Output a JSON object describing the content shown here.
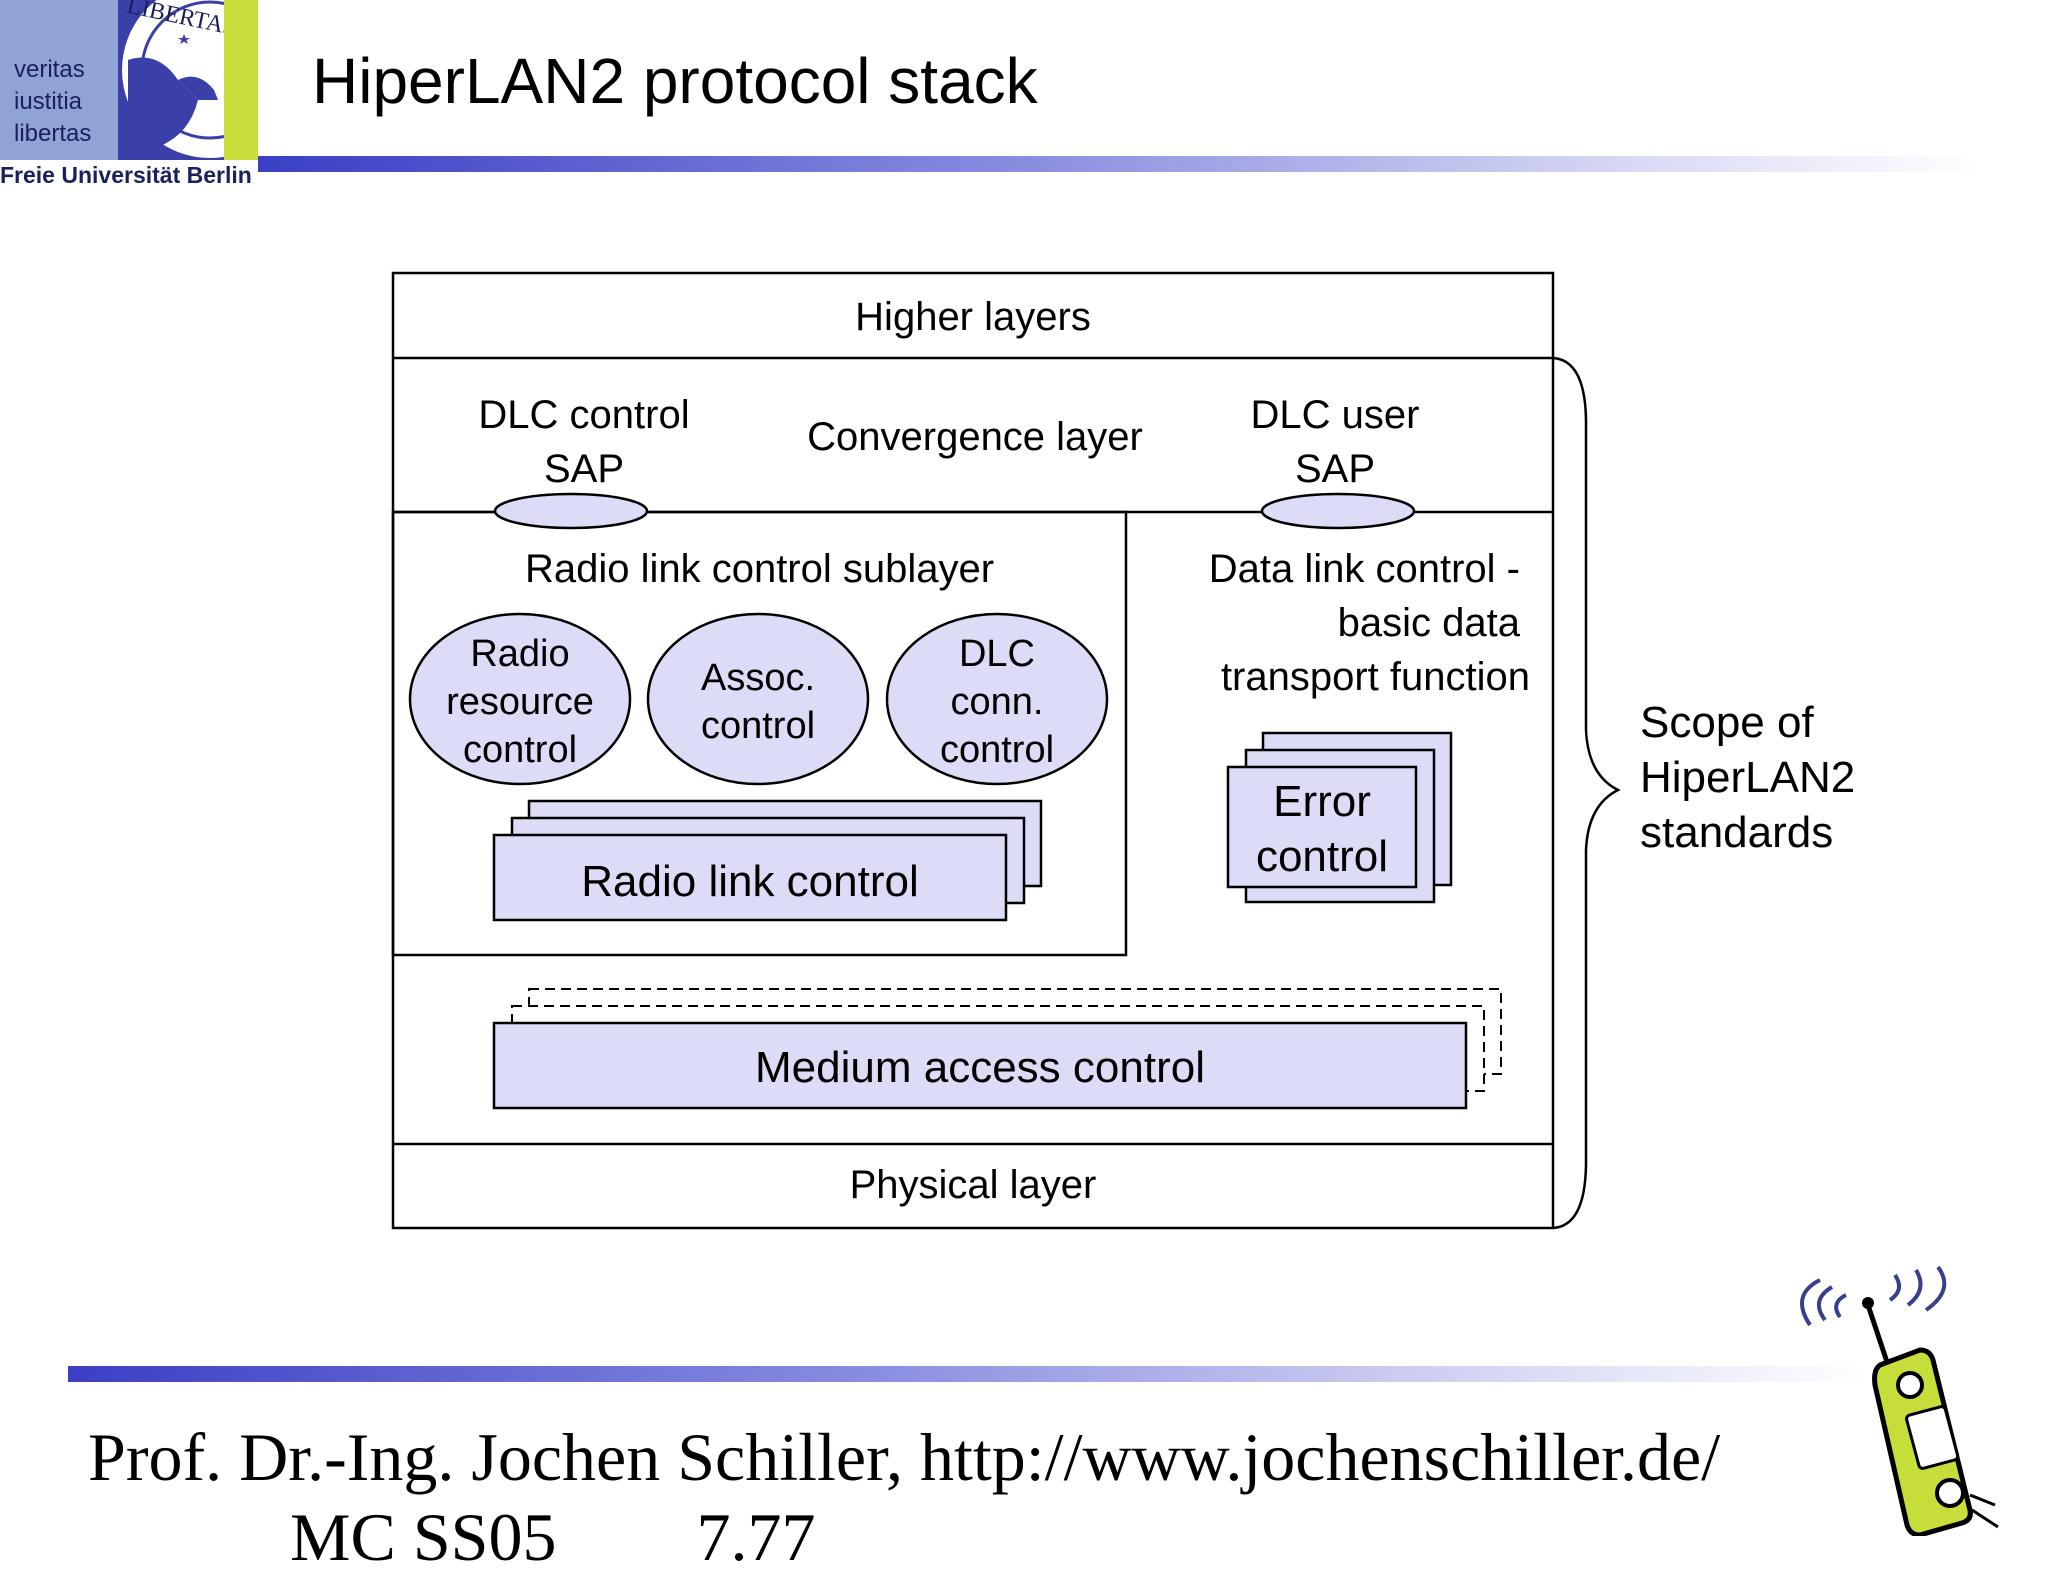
{
  "header": {
    "motto": [
      "veritas",
      "iustitia",
      "libertas"
    ],
    "seal_text": "LIBERTAS",
    "university": "Freie Universität Berlin",
    "title": "HiperLAN2 protocol stack"
  },
  "diagram": {
    "higher_layers": "Higher layers",
    "dlc_control_sap": [
      "DLC control",
      "SAP"
    ],
    "convergence_layer": "Convergence layer",
    "dlc_user_sap": [
      "DLC user",
      "SAP"
    ],
    "rlc_sublayer": "Radio link control sublayer",
    "radio_resource_control": [
      "Radio",
      "resource",
      "control"
    ],
    "assoc_control": [
      "Assoc.",
      "control"
    ],
    "dlc_conn_control": [
      "DLC",
      "conn.",
      "control"
    ],
    "radio_link_control": "Radio link control",
    "dlc_basic": [
      "Data link control -",
      "basic data",
      "transport function"
    ],
    "error_control": [
      "Error",
      "control"
    ],
    "medium_access_control": "Medium access control",
    "physical_layer": "Physical layer",
    "scope": [
      "Scope of",
      "HiperLAN2",
      "standards"
    ]
  },
  "footer": {
    "author": "Prof. Dr.-Ing. Jochen Schiller, http://www.jochenschiller.de/",
    "course": "MC SS05",
    "page": "7.77"
  },
  "colors": {
    "box_fill": "#dcdcf6",
    "accent_blue": "#3b3fc4",
    "logo_green": "#c7dd3a"
  }
}
